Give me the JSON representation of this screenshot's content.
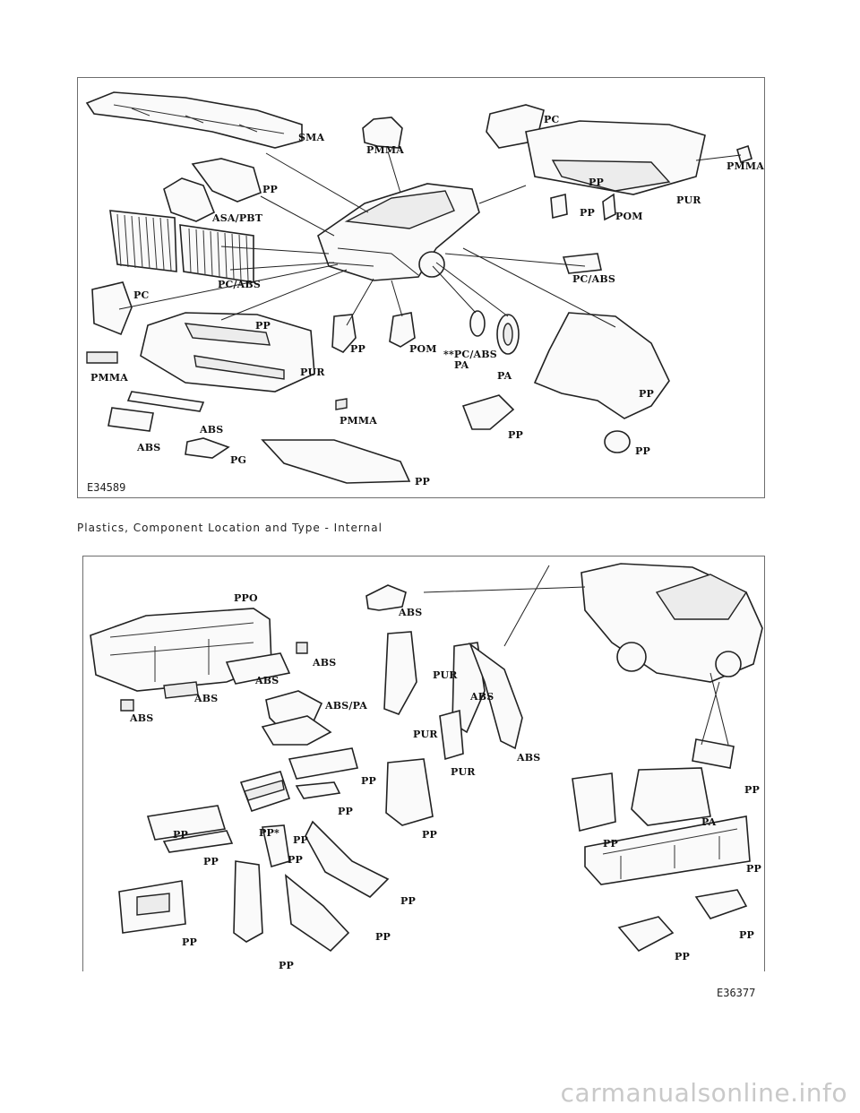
{
  "external_figure": {
    "figure_id": "E34589",
    "labels": {
      "sma": "SMA",
      "pmma_top": "PMMA",
      "pc_top": "PC",
      "pmma_right": "PMMA",
      "pp_grille_bracket": "PP",
      "asa_pbt": "ASA/PBT",
      "pp_rear_bumper": "PP",
      "pur_rear": "PUR",
      "pp_small": "PP",
      "pom_right": "POM",
      "pc_abs_grille": "PC/ABS",
      "pc_abs_mirror": "PC/ABS",
      "pc_headlamp": "PC",
      "pp_front_bumper": "PP",
      "pmma_left": "PMMA",
      "pur_front": "PUR",
      "pp_bracket": "PP",
      "pom_bracket": "POM",
      "pc_abs_cap": "**PC/ABS",
      "pa_cap": "PA",
      "pa_wheel": "PA",
      "pp_arch": "PP",
      "pmma_bumper": "PMMA",
      "abs_strip": "ABS",
      "abs_plate": "ABS",
      "pg_grille": "PG",
      "pp_duct": "PP",
      "pp_vent": "PP",
      "pp_undertray": "PP"
    }
  },
  "caption": "Plastics, Component Location and Type - Internal",
  "internal_figure": {
    "figure_id": "E36377",
    "labels": {
      "ppo": "PPO",
      "abs_pillar": "ABS",
      "abs_vent_top": "ABS",
      "pur_trim": "PUR",
      "abs_trim": "ABS",
      "abs_vent_mid": "ABS",
      "abs_vent_left": "ABS",
      "abs_pa": "ABS/PA",
      "pur_lower": "PUR",
      "pur_bottom": "PUR",
      "abs_panel": "ABS",
      "pp_boot_trim": "PP",
      "pp_duct_a": "PP",
      "pp_duct_b": "PP",
      "pp_console": "PP",
      "pp_duct_c": "PP",
      "pp_duct_d": "PP",
      "pp_duct_e": "PP",
      "pp_star": "PP*",
      "pp_duct_f": "PP",
      "pp_duct_g": "PP",
      "pp_box": "PP",
      "pa_tray": "PA",
      "pp_sill": "PP",
      "pp_rear_console": "PP",
      "pp_floor_a": "PP",
      "pp_floor_b": "PP",
      "pp_ring_a": "PP",
      "pp_ring_b": "PP"
    }
  },
  "watermark": "carmanualsonline.info"
}
